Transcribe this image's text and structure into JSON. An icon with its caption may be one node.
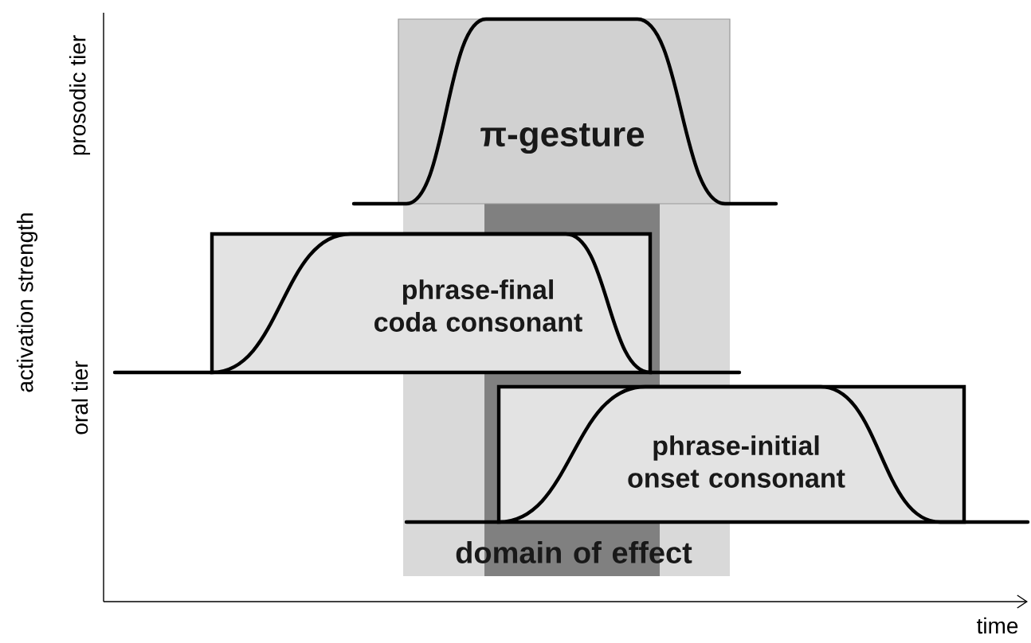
{
  "diagram": {
    "nodes": [
      {
        "text": [
          "π-gesture"
        ]
      },
      {
        "text": [
          "phrase-final coda consonant"
        ]
      },
      {
        "text": [
          "phrase-initial onset consonant"
        ]
      },
      {
        "text": [
          "domain of effect"
        ]
      }
    ],
    "labels": [
      "activation strength",
      "prosodic tier",
      "oral tier",
      "time"
    ]
  }
}
